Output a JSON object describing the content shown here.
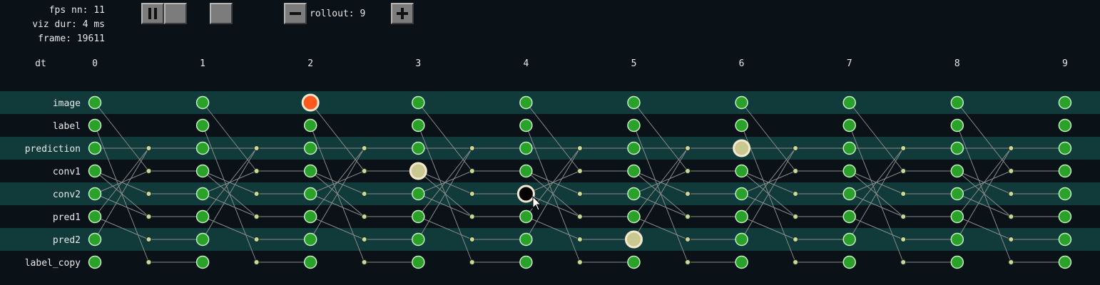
{
  "stats": [
    {
      "label": "fps nn:",
      "value": "11"
    },
    {
      "label": "viz dur:",
      "value": "4 ms"
    },
    {
      "label": "frame:",
      "value": "19611"
    }
  ],
  "controls": {
    "pause_icon": "pause-icon",
    "step_icon": "blank",
    "record_icon": "blank",
    "minus_icon": "minus-icon",
    "plus_icon": "plus-icon",
    "rollout_label": "rollout:",
    "rollout_value": "9"
  },
  "grid": {
    "dt_label": "dt",
    "columns": [
      "0",
      "1",
      "2",
      "3",
      "4",
      "5",
      "6",
      "7",
      "8",
      "9"
    ],
    "rows": [
      "image",
      "label",
      "prediction",
      "conv1",
      "conv2",
      "pred1",
      "pred2",
      "label_copy"
    ],
    "shaded_rows": [
      0,
      2,
      4,
      6
    ],
    "missing_nodes": [
      [
        8,
        3
      ],
      [
        8,
        4
      ]
    ],
    "highlighted_nodes": [
      {
        "row": 0,
        "col": 2,
        "state": "active"
      },
      {
        "row": 3,
        "col": 3,
        "state": "selected"
      },
      {
        "row": 2,
        "col": 6,
        "state": "selected"
      },
      {
        "row": 6,
        "col": 5,
        "state": "selected"
      },
      {
        "row": 4,
        "col": 4,
        "state": "hover"
      }
    ]
  },
  "colors": {
    "background": "#0a1117",
    "row_shade": "#113a3a",
    "node": "#2aa22a",
    "node_border": "#c8ecc8",
    "active": "#ff5a1e",
    "selected": "#c8c890",
    "hover": "#000000",
    "edge": "#8a8a8a",
    "small_node": "#c8d8a0"
  }
}
